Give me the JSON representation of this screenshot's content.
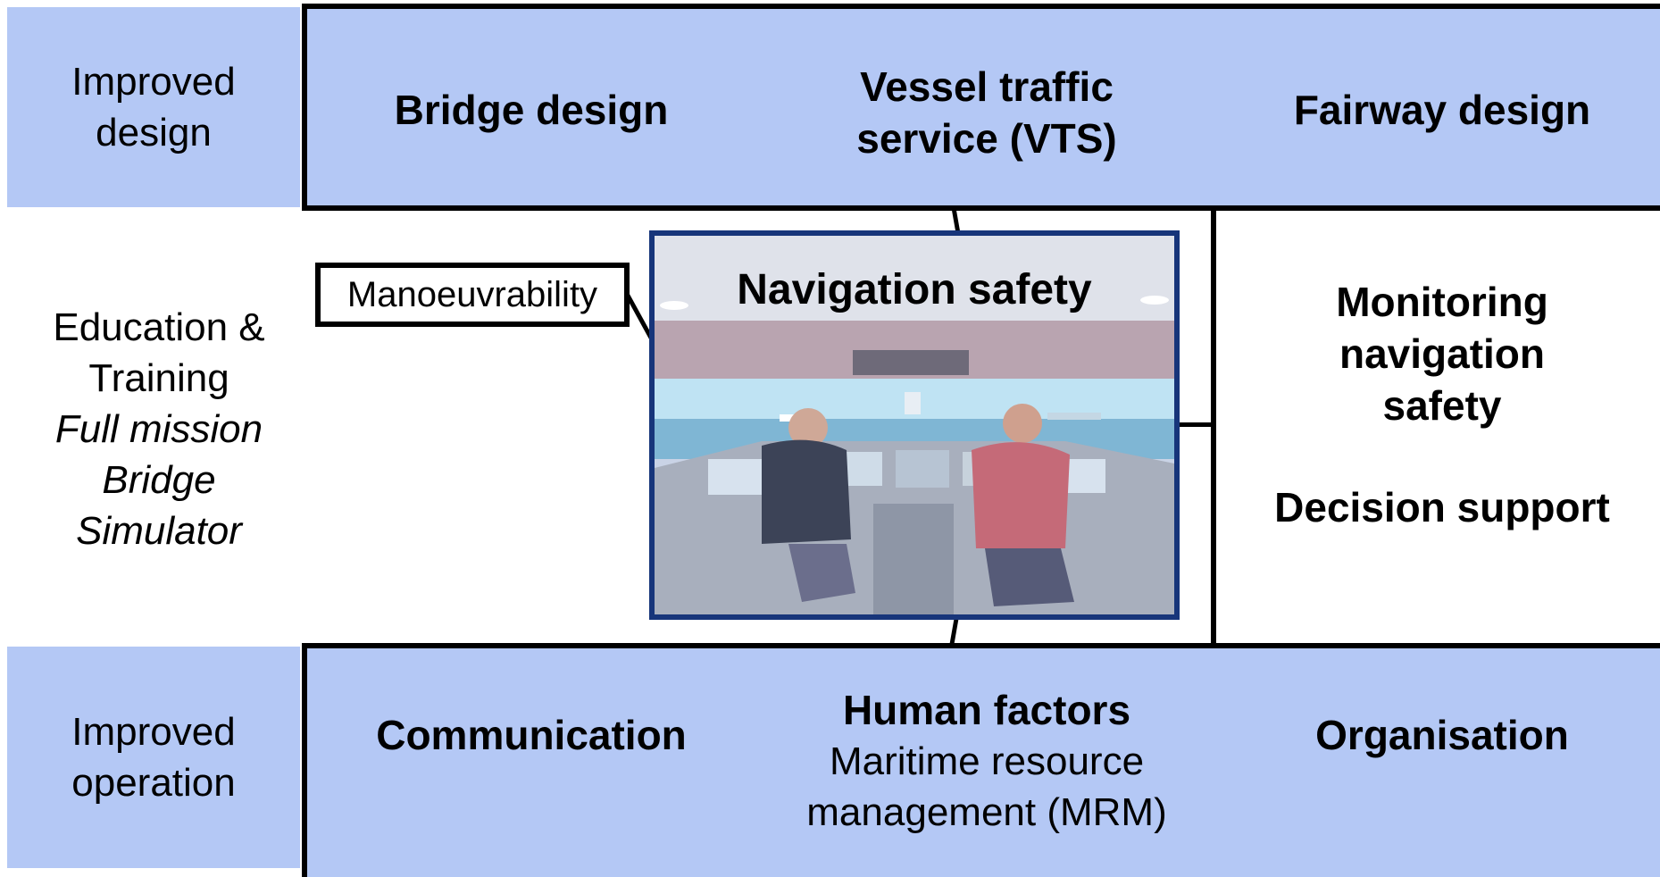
{
  "left_labels": {
    "design": [
      "Improved",
      "design"
    ],
    "training": [
      "Education &",
      "Training"
    ],
    "training_italic": [
      "Full mission",
      "Bridge",
      "Simulator"
    ],
    "operation": [
      "Improved",
      "operation"
    ]
  },
  "top_row": {
    "bridge_design": "Bridge design",
    "vts": [
      "Vessel traffic",
      "service (VTS)"
    ],
    "fairway_design": "Fairway design"
  },
  "middle": {
    "manoeuvrability": "Manoeuvrability",
    "navigation_safety": "Navigation safety",
    "monitoring": [
      "Monitoring",
      "navigation",
      "safety"
    ],
    "decision_support": "Decision support"
  },
  "bottom_row": {
    "communication": "Communication",
    "human_factors": "Human factors",
    "mrm": [
      "Maritime resource",
      "management (MRM)"
    ],
    "organisation": "Organisation"
  },
  "colors": {
    "box_fill": "#b4c8f5",
    "photo_border": "#17357a"
  }
}
